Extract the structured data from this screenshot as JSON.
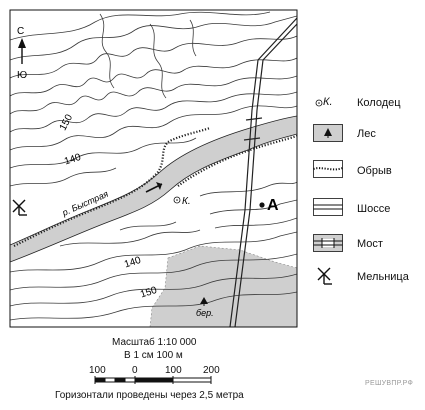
{
  "map": {
    "compass": {
      "north": "С",
      "south": "Ю"
    },
    "contour_labels": [
      "150",
      "140",
      "140",
      "150"
    ],
    "river_label": "р. Быстрая",
    "well_label": "К.",
    "point_label": "А",
    "forest_label": "бер."
  },
  "legend": {
    "well": {
      "symbol": "К.",
      "label": "Колодец"
    },
    "forest": "Лес",
    "cliff": "Обрыв",
    "highway": "Шоссе",
    "bridge": "Мост",
    "mill": "Мельница"
  },
  "scale": {
    "title": "Масштаб 1:10 000",
    "ratio": "В 1 см 100 м",
    "ticks": [
      "100",
      "0",
      "100",
      "200"
    ],
    "note": "Горизонтали проведены через 2,5 метра"
  },
  "watermark": "РЕШУВПР.РФ",
  "colors": {
    "forest": "#cfcfcf",
    "ink": "#1a1a1a",
    "contour": "#3a3a3a"
  }
}
